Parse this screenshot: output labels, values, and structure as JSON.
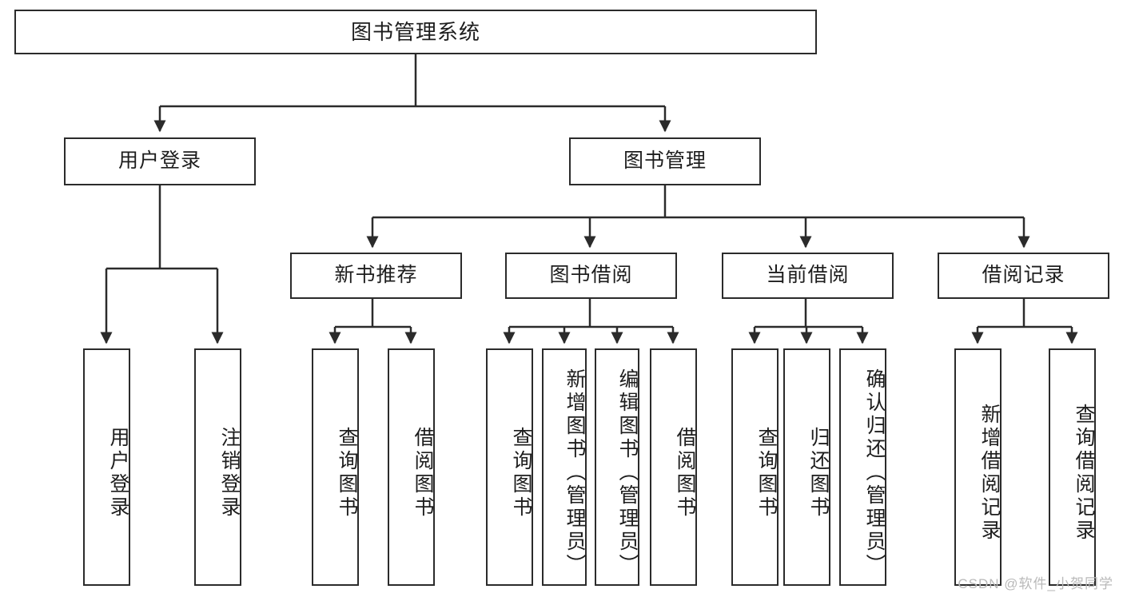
{
  "diagram": {
    "title": "图书管理系统",
    "type": "tree-hierarchy",
    "levels": 4,
    "root": {
      "id": "root",
      "label": "图书管理系统"
    },
    "level2": [
      {
        "id": "user-login",
        "label": "用户登录"
      },
      {
        "id": "book-management",
        "label": "图书管理"
      }
    ],
    "level3": [
      {
        "id": "new-book-recommend",
        "label": "新书推荐",
        "parent": "book-management"
      },
      {
        "id": "book-borrow",
        "label": "图书借阅",
        "parent": "book-management"
      },
      {
        "id": "current-borrow",
        "label": "当前借阅",
        "parent": "book-management"
      },
      {
        "id": "borrow-record",
        "label": "借阅记录",
        "parent": "book-management"
      }
    ],
    "leaves": {
      "user_login": [
        {
          "id": "leaf-user-login",
          "label": "用户登录"
        },
        {
          "id": "leaf-logout",
          "label": "注销登录"
        }
      ],
      "new_book_recommend": [
        {
          "id": "leaf-query-book-1",
          "label": "查询图书"
        },
        {
          "id": "leaf-borrow-book-1",
          "label": "借阅图书"
        }
      ],
      "book_borrow": [
        {
          "id": "leaf-query-book-2",
          "label": "查询图书"
        },
        {
          "id": "leaf-add-book",
          "label": "新增图书（管理员）"
        },
        {
          "id": "leaf-edit-book",
          "label": "编辑图书（管理员）"
        },
        {
          "id": "leaf-borrow-book-2",
          "label": "借阅图书"
        }
      ],
      "current_borrow": [
        {
          "id": "leaf-query-book-3",
          "label": "查询图书"
        },
        {
          "id": "leaf-return-book",
          "label": "归还图书"
        },
        {
          "id": "leaf-confirm-return",
          "label": "确认归还（管理员）"
        }
      ],
      "borrow_record": [
        {
          "id": "leaf-add-record",
          "label": "新增借阅记录"
        },
        {
          "id": "leaf-query-record",
          "label": "查询借阅记录"
        }
      ]
    }
  },
  "watermark": {
    "text": "CSDN @软件_小贺同学"
  },
  "colors": {
    "stroke": "#2b2b2b",
    "background": "#ffffff",
    "text": "#1d1d1d",
    "watermark": "#b9b9b9"
  }
}
